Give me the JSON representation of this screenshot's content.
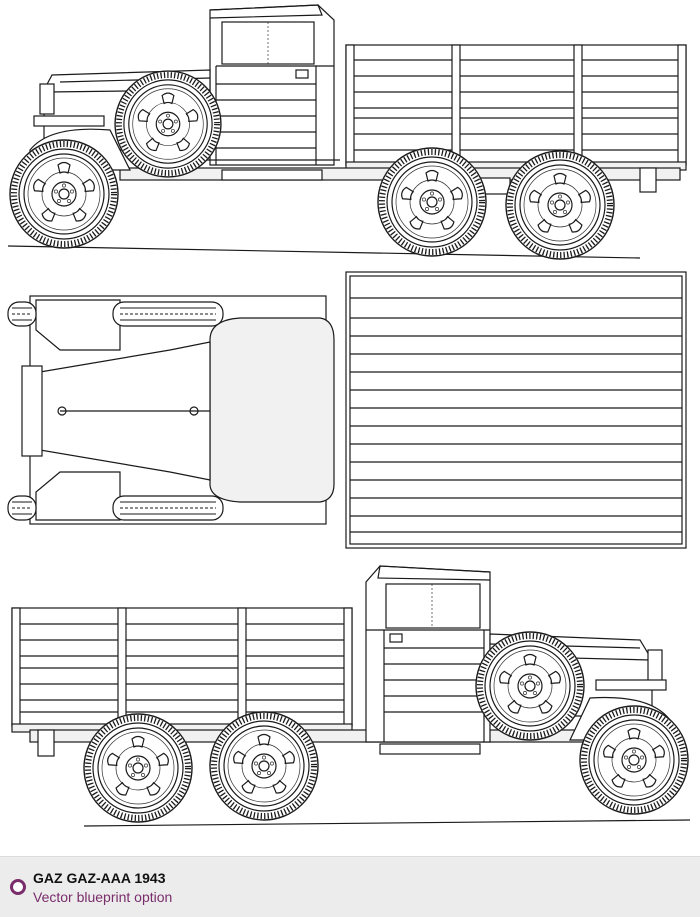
{
  "footer": {
    "title": "GAZ GAZ-AAA 1943",
    "subtitle": "Vector blueprint option",
    "icon": "circle-bullet-icon",
    "accent_color": "#7a2d6b"
  },
  "blueprint": {
    "views": [
      "side-view-right",
      "top-view",
      "side-view-left"
    ],
    "line_color": "#1a1a1a",
    "background_color": "#ffffff"
  }
}
